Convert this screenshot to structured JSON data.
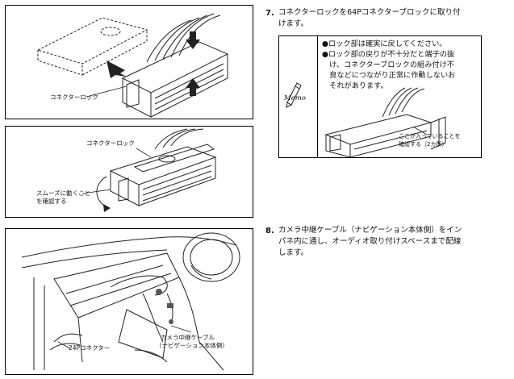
{
  "figures": {
    "fig1": {
      "label": "コネクターロック"
    },
    "fig2": {
      "label_top": "コネクターロック",
      "label_left_1": "スムーズに動くこと",
      "label_left_2": "を確認する"
    },
    "fig3": {
      "label_connector": "24Pコネクター",
      "label_cable_1": "カメラ中継ケーブル",
      "label_cable_2": "（ナビゲーション本体側）"
    }
  },
  "steps": [
    {
      "number": "7.",
      "lines": [
        "コネクターロックを64Pコネクターブロックに取り付",
        "けます。"
      ]
    },
    {
      "number": "8.",
      "lines": [
        "カメラ中継ケーブル（ナビゲーション本体側）をイン",
        "パネ内に通し、オーディオ取り付けスペースまで配線",
        "します。"
      ]
    }
  ],
  "memo": {
    "tag": "Memo",
    "notes": [
      "●ロック部は確実に戻してください。",
      "●ロック部の戻りが不十分だと端子の抜",
      "　け、コネクターブロックの組み付け不",
      "　良などにつながり正常に作動しないお",
      "　それがあります。"
    ],
    "caption_1": "ここが入っていることを",
    "caption_2": "確認する（2カ所）"
  }
}
